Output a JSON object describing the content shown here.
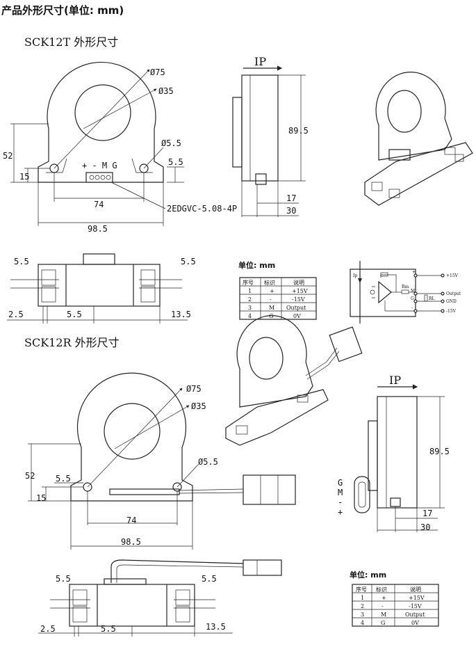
{
  "title": "产品外形尺寸(单位: mm)",
  "sck12t": {
    "heading": "SCK12T 外形尺寸",
    "front": {
      "d_outer": "Ø75",
      "d_inner": "Ø35",
      "d_hole": "Ø5.5",
      "hole_offset": "5.5",
      "height": "52",
      "hole_height": "15",
      "hole_spacing": "74",
      "width": "98.5",
      "pins": "+ - M G",
      "connector": "2EDGVC-5.08-4P"
    },
    "side": {
      "current": "IP",
      "height": "89.5",
      "depth1": "17",
      "depth2": "30"
    },
    "bottom": {
      "left": "5.5",
      "right": "5.5",
      "a": "2.5",
      "b": "5.5",
      "c": "13.5"
    },
    "unit": "单位: mm",
    "table": {
      "headers": [
        "序号",
        "标识",
        "说明"
      ],
      "rows": [
        [
          "1",
          "+",
          "+15V"
        ],
        [
          "2",
          "-",
          "-15V"
        ],
        [
          "3",
          "M",
          "Output"
        ],
        [
          "4",
          "G",
          "0V"
        ]
      ]
    },
    "circuit": {
      "ip": "Ip",
      "rm": "Rm",
      "rl": "RL",
      "plus": "+",
      "m": "M",
      "g": "G",
      "minus": "-",
      "p15": "+15V",
      "out": "Output",
      "gnd": "GND",
      "n15": "-15V"
    }
  },
  "sck12r": {
    "heading": "SCK12R 外形尺寸",
    "front": {
      "d_outer": "Ø75",
      "d_inner": "Ø35",
      "d_hole": "Ø5.5",
      "hole_offset": "5.5",
      "height": "52",
      "hole_height": "15",
      "hole_spacing": "74",
      "width": "98.5"
    },
    "side": {
      "current": "IP",
      "height": "89.5",
      "depth1": "17",
      "depth2": "30",
      "pins": [
        "G",
        "M",
        "-",
        "+"
      ]
    },
    "bottom": {
      "left": "5.5",
      "right": "5.5",
      "a": "2.5",
      "b": "5.5",
      "c": "13.5"
    },
    "unit": "单位: mm",
    "table": {
      "headers": [
        "序号",
        "标识",
        "说明"
      ],
      "rows": [
        [
          "1",
          "+",
          "+15V"
        ],
        [
          "2",
          "-",
          "-15V"
        ],
        [
          "3",
          "M",
          "Output"
        ],
        [
          "4",
          "G",
          "0V"
        ]
      ]
    }
  }
}
